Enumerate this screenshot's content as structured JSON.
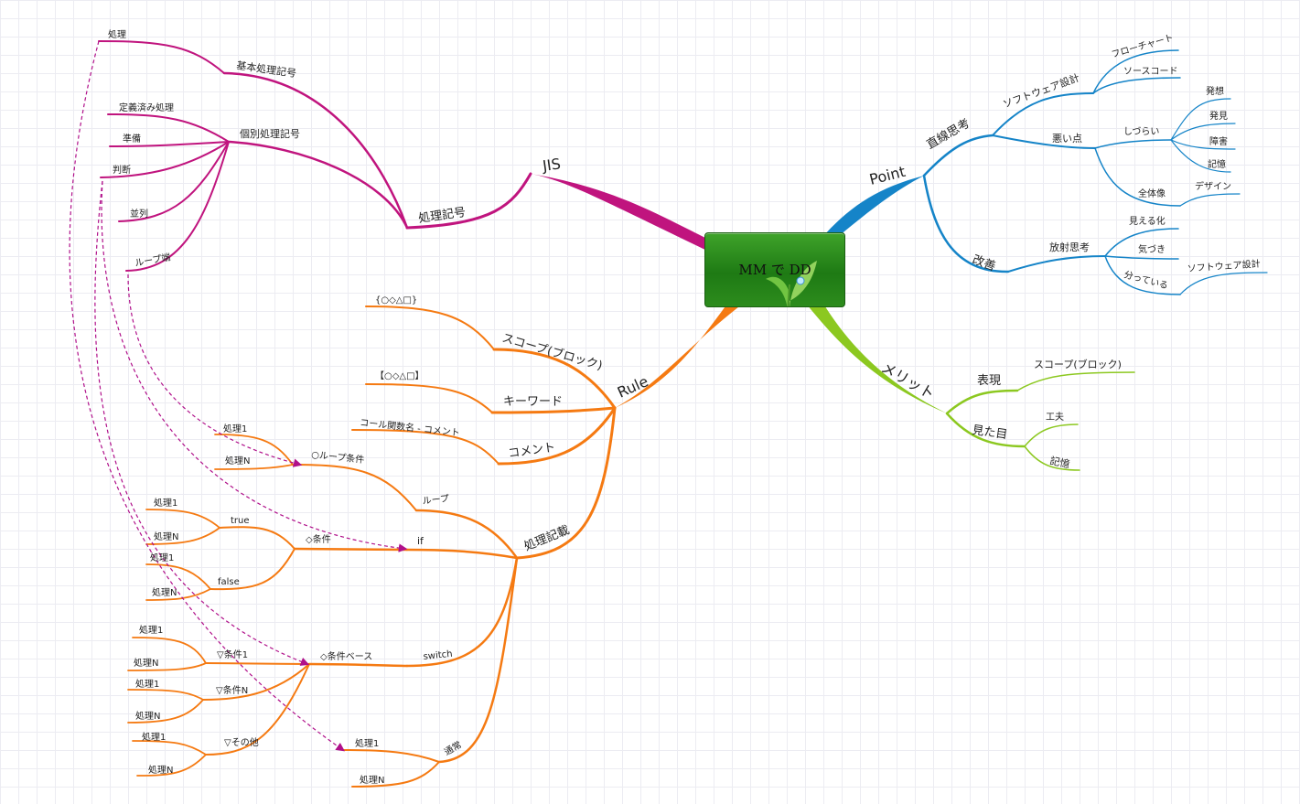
{
  "central": {
    "title": "MM で DD"
  },
  "colors": {
    "jis": "#c0147e",
    "rule": "#f57a12",
    "point": "#1584c8",
    "merit": "#8cc820",
    "link": "#b0108a"
  },
  "jis": {
    "label": "JIS",
    "shori_kigou": {
      "label": "処理記号",
      "kihon": {
        "label": "基本処理記号",
        "items": [
          "処理"
        ]
      },
      "kobetsu": {
        "label": "個別処理記号",
        "items": [
          "定義済み処理",
          "準備",
          "判断",
          "並列",
          "ループ端"
        ]
      }
    }
  },
  "rule": {
    "label": "Rule",
    "scope": {
      "label": "スコープ(ブロック)",
      "child": "{○◇△□}"
    },
    "keyword": {
      "label": "キーワード",
      "child": "【○◇△□】"
    },
    "comment": {
      "label": "コメント",
      "child": "コール関数名 - コメント"
    },
    "shori_kisai": {
      "label": "処理記載",
      "loop": {
        "label": "ループ",
        "cond": "○ループ条件",
        "items": [
          "処理1",
          "処理N"
        ]
      },
      "if": {
        "label": "if",
        "cond": "◇条件",
        "true_label": "true",
        "true_items": [
          "処理1",
          "処理N"
        ],
        "false_label": "false",
        "false_items": [
          "処理1",
          "処理N"
        ]
      },
      "switch": {
        "label": "switch",
        "cond": "◇条件ベース",
        "case1": "▽条件1",
        "case1_items": [
          "処理1",
          "処理N"
        ],
        "caseN": "▽条件N",
        "caseN_items": [
          "処理1",
          "処理N"
        ],
        "other": "▽その他",
        "other_items": [
          "処理1",
          "処理N"
        ]
      },
      "normal": {
        "label": "通常",
        "items": [
          "処理1",
          "処理N"
        ]
      }
    }
  },
  "point": {
    "label": "Point",
    "linear": {
      "label": "直線思考",
      "software": {
        "label": "ソフトウェア設計",
        "items": [
          "フローチャート",
          "ソースコード"
        ]
      },
      "bad": {
        "label": "悪い点",
        "shizurai": {
          "label": "しづらい",
          "items": [
            "発想",
            "発見",
            "障害",
            "記憶"
          ]
        },
        "whole": {
          "label": "全体像",
          "items": [
            "デザイン"
          ]
        }
      }
    },
    "improve": {
      "label": "改善",
      "radial": {
        "label": "放射思考",
        "items": [
          "見える化",
          "気づき"
        ],
        "do": {
          "label": "分っている",
          "items": [
            "ソフトウェア設計"
          ]
        }
      }
    }
  },
  "merit": {
    "label": "メリット",
    "expression": {
      "label": "表現",
      "items": [
        "スコープ(ブロック)"
      ]
    },
    "look": {
      "label": "見た目",
      "items": [
        "工夫",
        "記憶"
      ]
    }
  }
}
